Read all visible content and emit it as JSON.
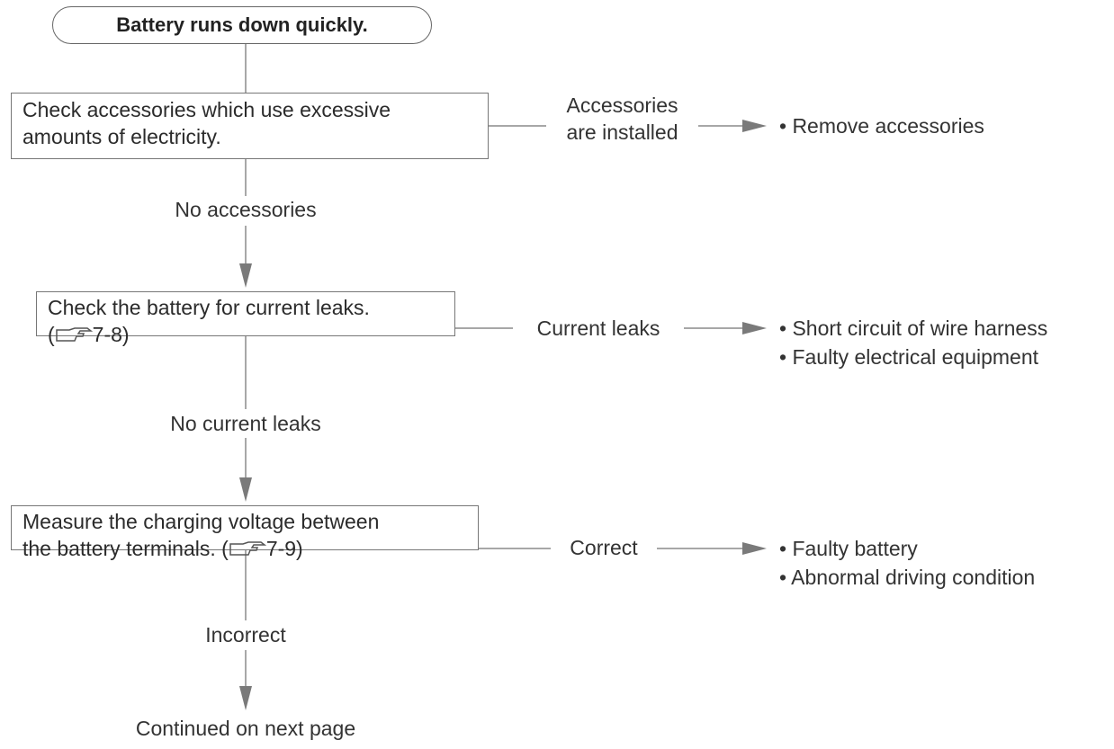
{
  "start": {
    "text": "Battery runs down quickly."
  },
  "steps": [
    {
      "line1": "Check accessories which use excessive",
      "line2": "amounts of electricity.",
      "branch_label_1": "Accessories",
      "branch_label_2": "are installed",
      "results": [
        "• Remove accessories"
      ],
      "next_label": "No accessories"
    },
    {
      "line1": "Check the battery for current leaks.",
      "line2_prefix": "(",
      "line2_ref": "7-8)",
      "branch_label_1": "Current leaks",
      "results": [
        "• Short circuit of wire harness",
        "• Faulty electrical equipment"
      ],
      "next_label": "No current leaks"
    },
    {
      "line1": "Measure the charging voltage between",
      "line2_prefix": "the battery terminals. (",
      "line2_ref": "7-9)",
      "branch_label_1": "Correct",
      "results": [
        "• Faulty battery",
        "• Abnormal driving condition"
      ],
      "next_label": "Incorrect"
    }
  ],
  "end": {
    "text": "Continued on next page"
  },
  "icons": {
    "reference": "pointing-hand-icon",
    "arrow": "arrowhead-icon"
  },
  "colors": {
    "line": "#8a8a8a",
    "text": "#2b2b2b"
  }
}
